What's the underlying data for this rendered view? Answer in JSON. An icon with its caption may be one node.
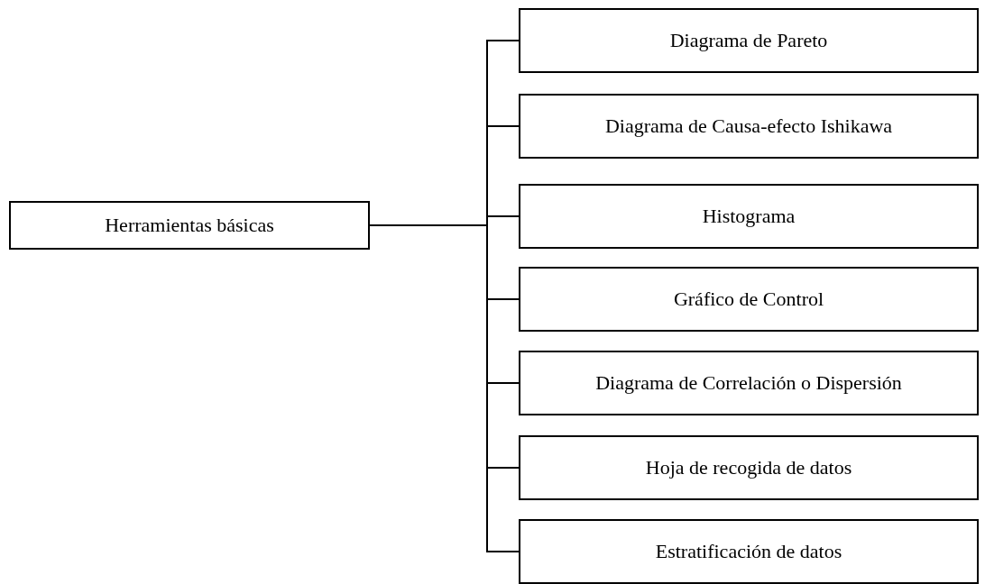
{
  "diagram": {
    "nodes": [
      {
        "text": [
          "Herramientas básicas"
        ]
      },
      {
        "text": [
          "Diagrama de Pareto"
        ]
      },
      {
        "text": [
          "Diagrama de Causa-efecto Ishikawa"
        ]
      },
      {
        "text": [
          "Histograma"
        ]
      },
      {
        "text": [
          "Gráfico de Control"
        ]
      },
      {
        "text": [
          "Diagrama de Correlación o Dispersión"
        ]
      },
      {
        "text": [
          "Hoja de recogida de datos"
        ]
      },
      {
        "text": [
          "Estratificación de datos"
        ]
      }
    ],
    "edges": [
      {
        "from": 0,
        "to": 1,
        "arrow": "none"
      },
      {
        "from": 0,
        "to": 2,
        "arrow": "none"
      },
      {
        "from": 0,
        "to": 3,
        "arrow": "none"
      },
      {
        "from": 0,
        "to": 4,
        "arrow": "none"
      },
      {
        "from": 0,
        "to": 5,
        "arrow": "none"
      },
      {
        "from": 0,
        "to": 6,
        "arrow": "none"
      },
      {
        "from": 0,
        "to": 7,
        "arrow": "none"
      }
    ]
  }
}
